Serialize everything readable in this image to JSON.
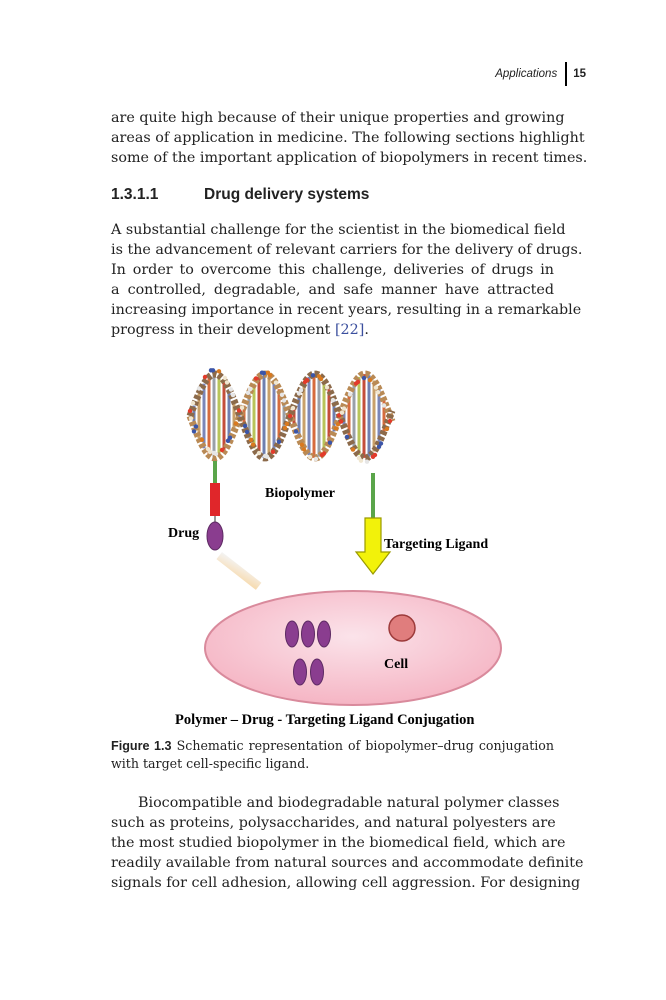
{
  "header": {
    "running_title": "Applications",
    "page_number": "15"
  },
  "intro_paragraph": [
    "are quite high because of their unique properties and growing",
    "areas of application in medicine. The following sections highlight",
    "some of the important application of biopolymers in recent times."
  ],
  "section": {
    "number": "1.3.1.1",
    "title": "Drug delivery systems"
  },
  "section_paragraph": {
    "lines": [
      "A substantial challenge for the scientist in the biomedical field",
      "is the advancement of relevant carriers for the delivery of drugs.",
      "In order to overcome this challenge, deliveries of drugs in",
      "a controlled, degradable, and safe manner have attracted",
      "increasing importance in recent years, resulting in a remarkable"
    ],
    "last_line_before": "progress in their development ",
    "citation": "[22]",
    "last_line_after": "."
  },
  "figure": {
    "labels": {
      "biopolymer": "Biopolymer",
      "drug": "Drug",
      "targeting_ligand": "Targeting Ligand",
      "cell": "Cell",
      "bottom_title": "Polymer – Drug - Targeting Ligand Conjugation"
    },
    "colors": {
      "cell_fill": "#f5b5c4",
      "cell_stroke": "#d98a9c",
      "drug_purple": "#8a3d8f",
      "linker_red": "#e0262a",
      "linker_green": "#5aa54a",
      "arrow_yellow": "#f2f20a",
      "nucleus": "#e07d7d"
    }
  },
  "caption": {
    "tag": "Figure 1.3",
    "lines": [
      "Schematic representation of biopolymer–drug conjugation",
      "with target cell-specific ligand."
    ]
  },
  "closing_paragraph": [
    "Biocompatible and biodegradable natural polymer classes",
    "such as proteins, polysaccharides, and natural polyesters are",
    "the most studied biopolymer in the biomedical field, which are",
    "readily available from natural sources and accommodate definite",
    "signals for cell adhesion, allowing cell aggression. For designing"
  ]
}
